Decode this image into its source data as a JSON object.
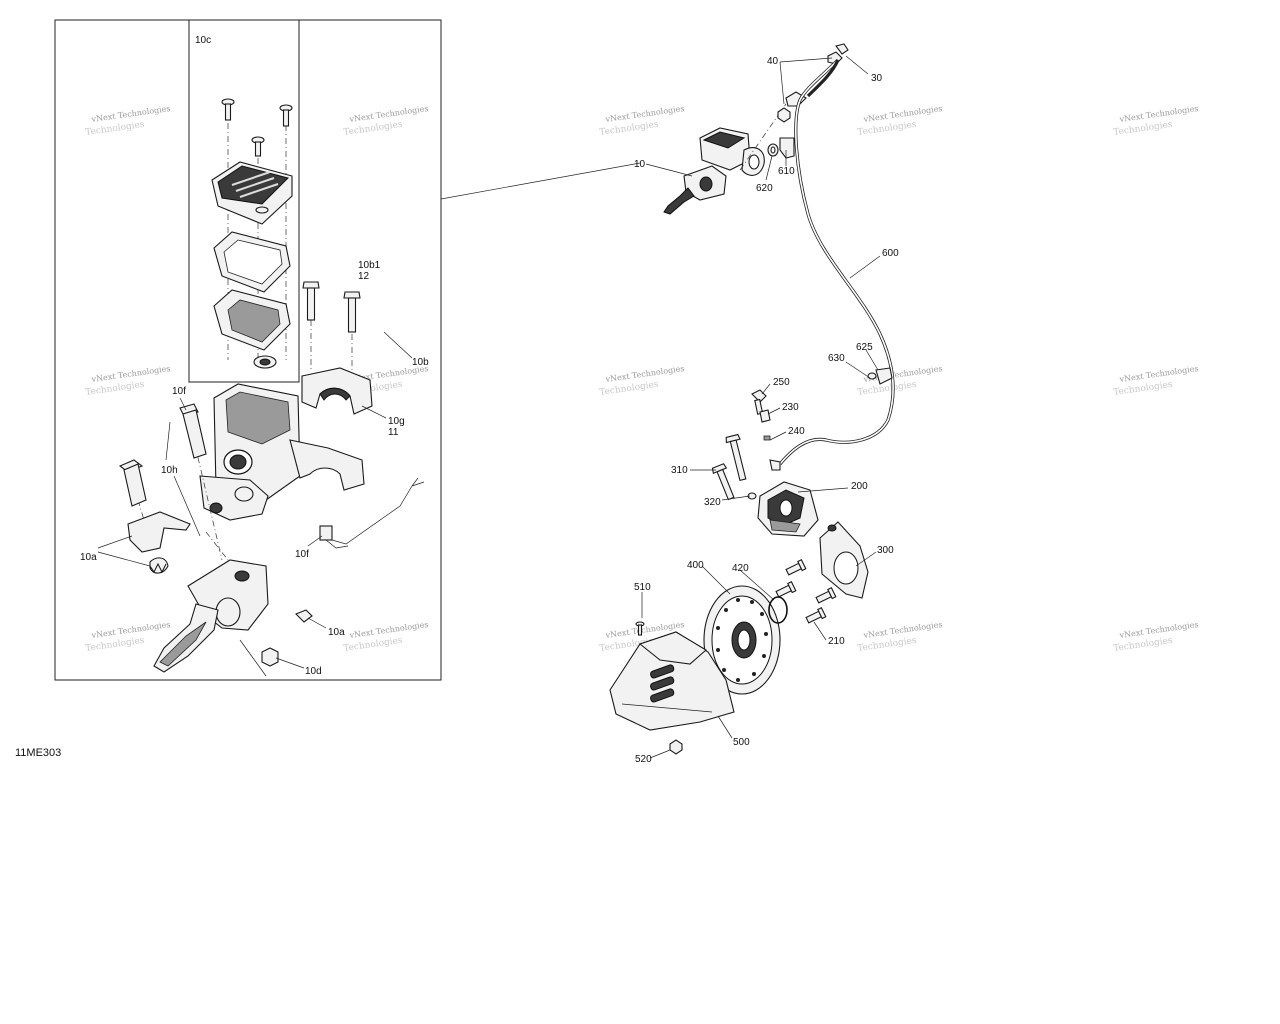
{
  "diagram": {
    "code": "11ME303",
    "watermark_line1": "vNext Technologies",
    "watermark_line2": "Technologies",
    "labels": {
      "l10c": "10c",
      "l10b1": "10b1",
      "l12": "12",
      "l10b": "10b",
      "l10f_top": "10f",
      "l10g": "10g",
      "l11": "11",
      "l10h": "10h",
      "l10f_bot": "10f",
      "l10a_left": "10a",
      "l10a_right": "10a",
      "l10d": "10d",
      "l10": "10",
      "l40": "40",
      "l30": "30",
      "l620": "620",
      "l610": "610",
      "l600": "600",
      "l625": "625",
      "l630": "630",
      "l250": "250",
      "l230": "230",
      "l240": "240",
      "l310": "310",
      "l200": "200",
      "l320": "320",
      "l300": "300",
      "l400": "400",
      "l420": "420",
      "l510": "510",
      "l210": "210",
      "l500": "500",
      "l520": "520"
    }
  }
}
